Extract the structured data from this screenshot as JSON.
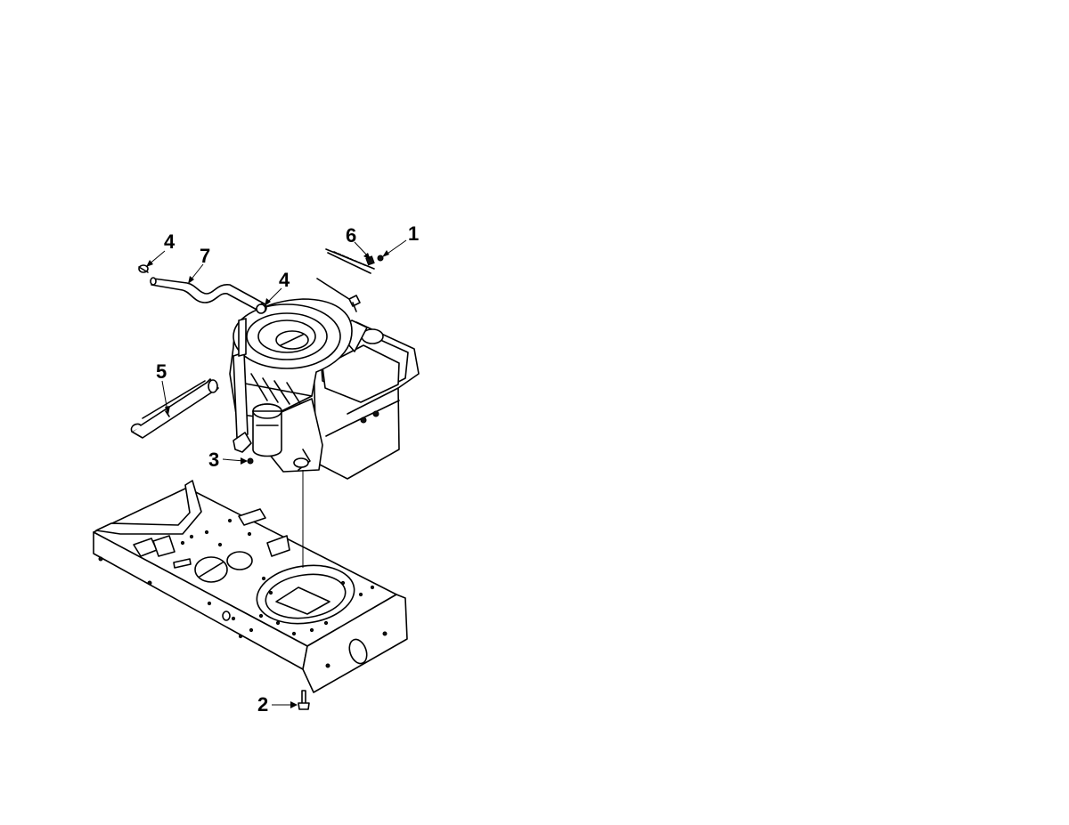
{
  "callouts": {
    "c1": "1",
    "c2": "2",
    "c3": "3",
    "c4a": "4",
    "c4b": "4",
    "c5": "5",
    "c6": "6",
    "c7": "7"
  }
}
